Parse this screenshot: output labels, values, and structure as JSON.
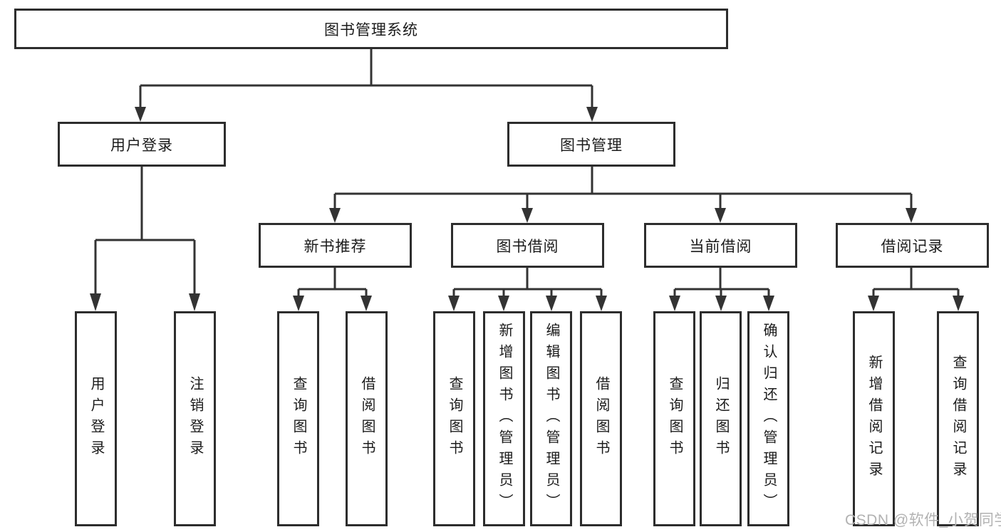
{
  "diagram": {
    "type": "tree",
    "root": {
      "label": "图书管理系统"
    },
    "branches": [
      {
        "label": "用户登录",
        "children": [
          {
            "label": "用户登录"
          },
          {
            "label": "注销登录"
          }
        ]
      },
      {
        "label": "图书管理",
        "children": [
          {
            "label": "新书推荐",
            "children": [
              {
                "label": "查询图书"
              },
              {
                "label": "借阅图书"
              }
            ]
          },
          {
            "label": "图书借阅",
            "children": [
              {
                "label": "查询图书"
              },
              {
                "label": "新增图书（管理员）"
              },
              {
                "label": "编辑图书（管理员）"
              },
              {
                "label": "借阅图书"
              }
            ]
          },
          {
            "label": "当前借阅",
            "children": [
              {
                "label": "查询图书"
              },
              {
                "label": "归还图书"
              },
              {
                "label": "确认归还（管理员）"
              }
            ]
          },
          {
            "label": "借阅记录",
            "children": [
              {
                "label": "新增借阅记录"
              },
              {
                "label": "查询借阅记录"
              }
            ]
          }
        ]
      }
    ]
  },
  "watermark": {
    "text": "CSDN @软件_小贺同学"
  },
  "colors": {
    "line": "#333333",
    "box_border": "#2d2d2d",
    "text": "#1b1b1b",
    "background": "#ffffff",
    "watermark": "#b2b2b2"
  }
}
